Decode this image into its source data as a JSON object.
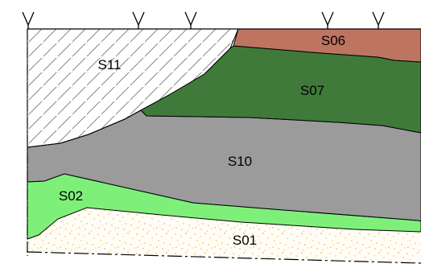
{
  "layers": [
    {
      "id": "S06",
      "label": "S06",
      "color": "#bd7562"
    },
    {
      "id": "S07",
      "label": "S07",
      "color": "#3f7a3a"
    },
    {
      "id": "S11",
      "label": "S11",
      "color": "#ffffff",
      "pattern": "diagonal-hatch"
    },
    {
      "id": "S10",
      "label": "S10",
      "color": "#9b9b9b"
    },
    {
      "id": "S02",
      "label": "S02",
      "color": "#7ef07a"
    },
    {
      "id": "S01",
      "label": "S01",
      "color": "#fffdf6",
      "pattern": "sand-dots",
      "pattern_color": "#e2b43a"
    }
  ],
  "boreholes": [
    "V",
    "V",
    "V",
    "V",
    "V"
  ]
}
